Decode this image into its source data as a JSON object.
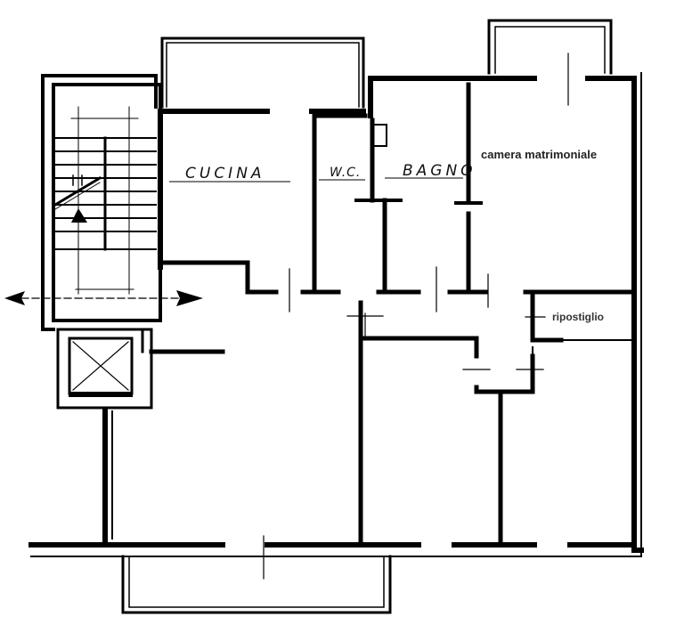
{
  "plan": {
    "type": "floor-plan",
    "colors": {
      "wall": "#000000",
      "background": "#ffffff",
      "label_print": "#222222",
      "label_ripostiglio": "#333333"
    },
    "rooms": [
      {
        "id": "cucina",
        "label": "CUCINA"
      },
      {
        "id": "wc",
        "label": "W.C."
      },
      {
        "id": "bagno",
        "label": "BAGNO"
      },
      {
        "id": "camera-matrimoniale",
        "label": "camera matrimoniale"
      },
      {
        "id": "ripostiglio",
        "label": "ripostiglio"
      },
      {
        "id": "soggiorno",
        "label": ""
      },
      {
        "id": "camera-1",
        "label": ""
      },
      {
        "id": "camera-2",
        "label": ""
      }
    ],
    "features": [
      {
        "id": "staircase",
        "label": ""
      },
      {
        "id": "elevator",
        "label": ""
      },
      {
        "id": "balcony-top-left",
        "label": ""
      },
      {
        "id": "balcony-top-right",
        "label": ""
      },
      {
        "id": "balcony-bottom",
        "label": ""
      },
      {
        "id": "entrance-arrows",
        "label": ""
      }
    ]
  }
}
